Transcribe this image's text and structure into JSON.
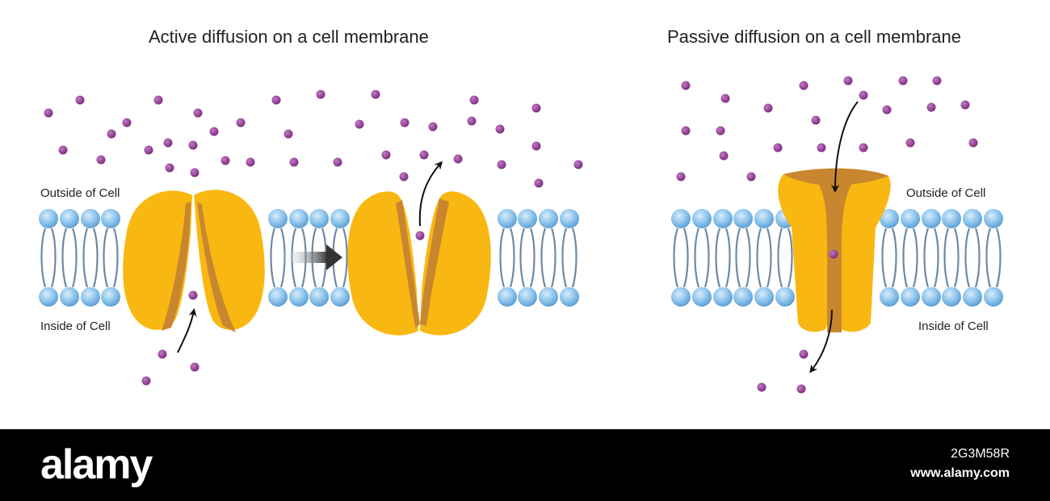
{
  "active_panel": {
    "title": "Active diffusion on a cell membrane",
    "outside_label": "Outside of Cell",
    "inside_label": "Inside of Cell"
  },
  "passive_panel": {
    "title": "Passive diffusion on a cell membrane",
    "outside_label": "Outside of Cell",
    "inside_label": "Inside of Cell"
  },
  "colors": {
    "phospholipid_head": "#8cc3ec",
    "lipid_tail": "#6d8aa3",
    "protein": "#f9b711",
    "protein_channel": "#c8872e",
    "molecule": "#8b2f8e",
    "arrow": "#111111"
  },
  "footer": {
    "brand": "alamy",
    "image_id": "2G3M58R",
    "website": "www.alamy.com"
  }
}
